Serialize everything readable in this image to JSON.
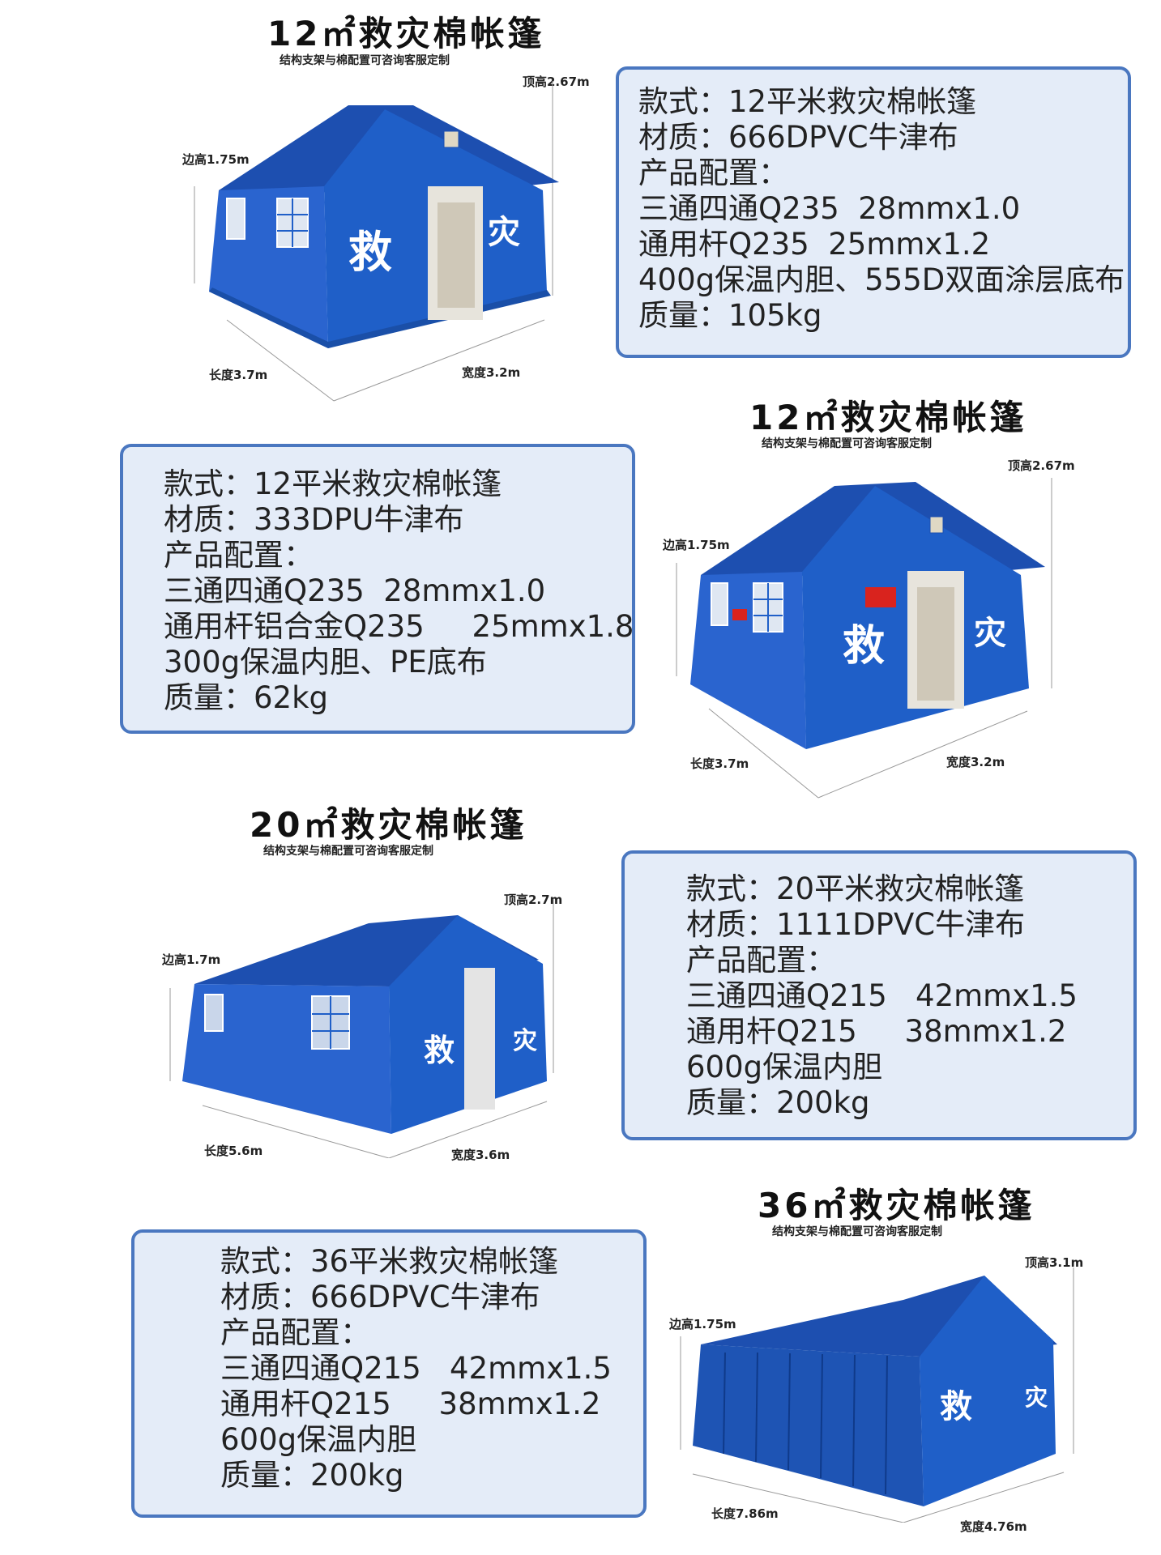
{
  "sections": [
    {
      "title": "12㎡救灾棉帐篷",
      "subtitle": "结构支架与棉配置可咨询客服定制",
      "dims": {
        "top": "顶高2.67m",
        "side": "边高1.75m",
        "length": "长度3.7m",
        "width": "宽度3.2m"
      },
      "tent_text": [
        "救",
        "灾"
      ],
      "specs": [
        "款式：12平米救灾棉帐篷",
        "材质：666DPVC牛津布",
        "产品配置：",
        "三通四通Q235  28mmx1.0",
        "通用杆Q235  25mmx1.2",
        "400g保温内胆、555D双面涂层底布",
        "质量：105kg"
      ]
    },
    {
      "title": "12㎡救灾棉帐篷",
      "subtitle": "结构支架与棉配置可咨询客服定制",
      "dims": {
        "top": "顶高2.67m",
        "side": "边高1.75m",
        "length": "长度3.7m",
        "width": "宽度3.2m"
      },
      "tent_text": [
        "救",
        "灾"
      ],
      "specs": [
        "款式：12平米救灾棉帐篷",
        "材质：333DPU牛津布",
        "产品配置：",
        "三通四通Q235  28mmx1.0",
        "通用杆铝合金Q235     25mmx1.8",
        "300g保温内胆、PE底布",
        "质量：62kg"
      ]
    },
    {
      "title": "20㎡救灾棉帐篷",
      "subtitle": "结构支架与棉配置可咨询客服定制",
      "dims": {
        "top": "顶高2.7m",
        "side": "边高1.7m",
        "length": "长度5.6m",
        "width": "宽度3.6m"
      },
      "tent_text": [
        "救",
        "灾"
      ],
      "specs": [
        "款式：20平米救灾棉帐篷",
        "材质：1111DPVC牛津布",
        "产品配置：",
        "三通四通Q215   42mmx1.5",
        "通用杆Q215     38mmx1.2",
        "600g保温内胆",
        "质量：200kg"
      ]
    },
    {
      "title": "36㎡救灾棉帐篷",
      "subtitle": "结构支架与棉配置可咨询客服定制",
      "dims": {
        "top": "顶高3.1m",
        "side": "边高1.75m",
        "length": "长度7.86m",
        "width": "宽度4.76m"
      },
      "tent_text": [
        "救",
        "灾"
      ],
      "specs": [
        "款式：36平米救灾棉帐篷",
        "材质：666DPVC牛津布",
        "产品配置：",
        "三通四通Q215   42mmx1.5",
        "通用杆Q215     38mmx1.2",
        "600g保温内胆",
        "质量：200kg"
      ]
    }
  ],
  "colors": {
    "box_bg": "#e4ecf8",
    "box_border": "#4a77c0",
    "tent_blue": "#1f5fc8"
  }
}
